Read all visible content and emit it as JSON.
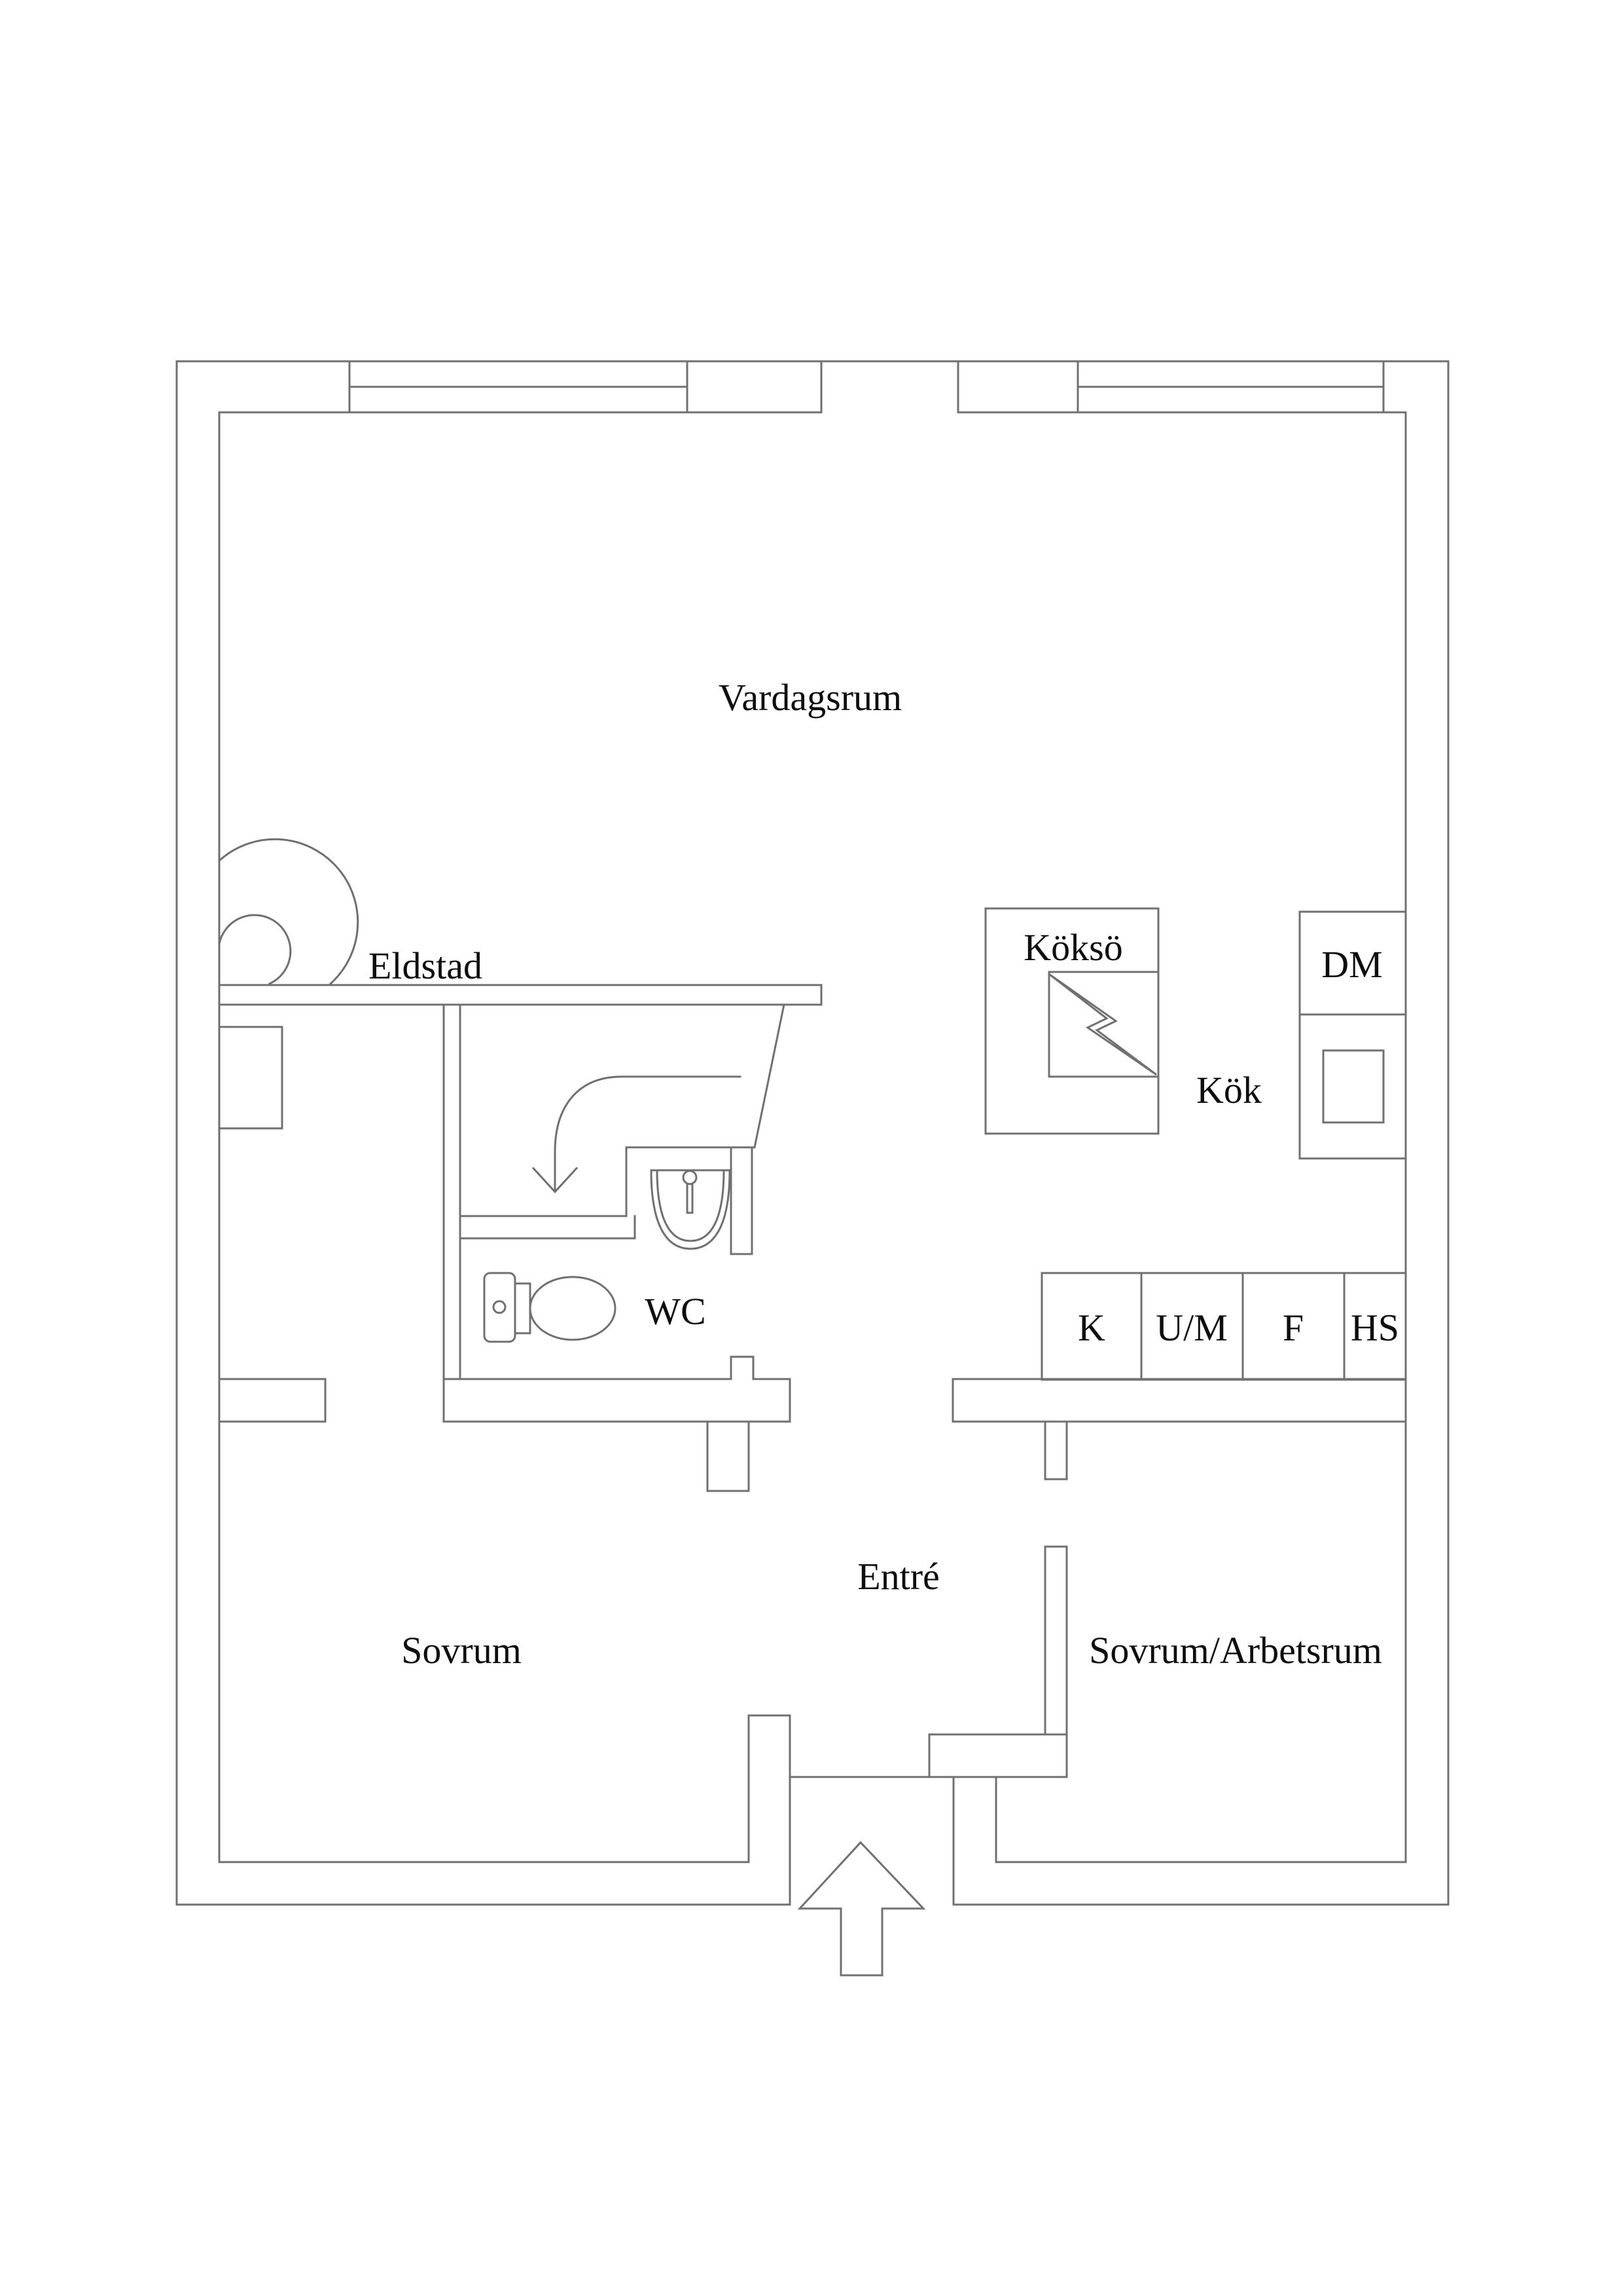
{
  "document": {
    "type": "floor-plan",
    "language": "sv"
  },
  "colors": {
    "wall_line": "#707070",
    "text": "#0e0e0e",
    "background": "#ffffff"
  },
  "rooms": {
    "vardagsrum": {
      "label": "Vardagsrum"
    },
    "eldstad": {
      "label": "Eldstad"
    },
    "kokso": {
      "label": "Köksö"
    },
    "kok": {
      "label": "Kök"
    },
    "wc": {
      "label": "WC"
    },
    "entre": {
      "label": "Entré"
    },
    "sovrum": {
      "label": "Sovrum"
    },
    "sovrum_arbetsrum": {
      "label": "Sovrum/Arbetsrum"
    }
  },
  "appliances": {
    "dm": {
      "label": "DM"
    },
    "k": {
      "label": "K"
    },
    "um": {
      "label": "U/M"
    },
    "f": {
      "label": "F"
    },
    "hs": {
      "label": "HS"
    }
  },
  "icons": {
    "entrance_arrow": "arrow-up-entrance",
    "stairs_arrow": "curved-arrow-down-stairs",
    "stove": "lightning-bolt-stove",
    "fireplace": "fireplace-arcs",
    "toilet": "toilet-plan-symbol",
    "sink": "washbasin-plan-symbol"
  }
}
